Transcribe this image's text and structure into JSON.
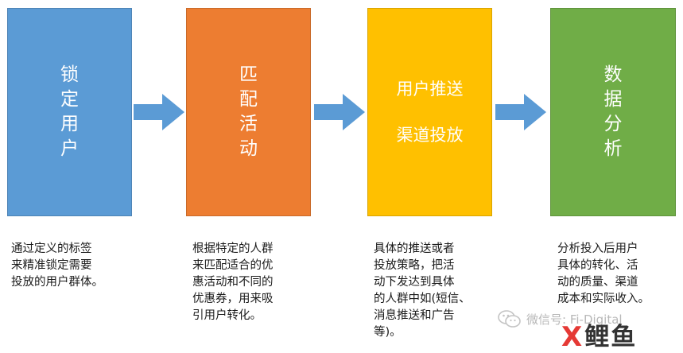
{
  "colors": {
    "step1": "#5B9BD5",
    "step2": "#ED7D31",
    "step3": "#FFC000",
    "step4": "#70AD47",
    "arrow": "#5B9BD5",
    "logo_red": "#E53935",
    "logo_dark": "#333333"
  },
  "steps": [
    {
      "label_chars": [
        "锁",
        "定",
        "用",
        "户"
      ],
      "description_lines": [
        "通过定义的标签",
        "来精准锁定需要",
        "投放的用户群体。"
      ]
    },
    {
      "label_chars": [
        "匹",
        "配",
        "活",
        "动"
      ],
      "description_lines": [
        "根据特定的人群",
        "来匹配适合的优",
        "惠活动和不同的",
        "优惠券，用来吸",
        "引用户转化。"
      ]
    },
    {
      "label_lines": [
        "用户推送",
        "渠道投放"
      ],
      "description_lines": [
        "具体的推送或者",
        "投放策略，把活",
        "动下发达到具体",
        "的人群中如(短信、",
        "消息推送和广告",
        "等)。"
      ]
    },
    {
      "label_chars": [
        "数",
        "据",
        "分",
        "析"
      ],
      "description_lines": [
        "分析投入后用户",
        "具体的转化、活",
        "动的质量、渠道",
        "成本和实际收入。"
      ]
    }
  ],
  "watermark": {
    "icon": "wechat-icon",
    "text": "微信号: Fi-Digital"
  },
  "logo": {
    "mark": "X",
    "text": "鲤鱼"
  }
}
